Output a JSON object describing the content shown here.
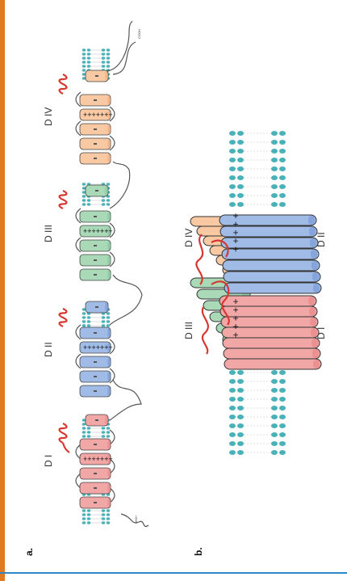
{
  "panels": {
    "a": {
      "label": "a."
    },
    "b": {
      "label": "b."
    }
  },
  "domains": {
    "d1": {
      "label": "D I"
    },
    "d2": {
      "label": "D II"
    },
    "d3": {
      "label": "D III"
    },
    "d4": {
      "label": "D IV"
    }
  },
  "termini": {
    "n": "NH3+",
    "c": "COOH"
  },
  "charges": {
    "strip": "+++++++",
    "cluster": "+ + + + +"
  },
  "colors": {
    "accent_bar": "#e07b1f",
    "bottom_rule": "#2f86c8",
    "d1": "#f2a7a7",
    "d1_dark": "#e57f82",
    "d2": "#9fbbe6",
    "d2_dark": "#6f93d4",
    "d3": "#a9d9b6",
    "d3_dark": "#7cc497",
    "d4": "#f8c9a3",
    "d4_dark": "#f2a873",
    "linker": "#d7372f",
    "loop": "#555555",
    "lipid_head": "#49b2b8"
  },
  "icons": [
    "membrane-bilayer-icon",
    "helix-cylinder-icon",
    "linker-coil-icon"
  ]
}
